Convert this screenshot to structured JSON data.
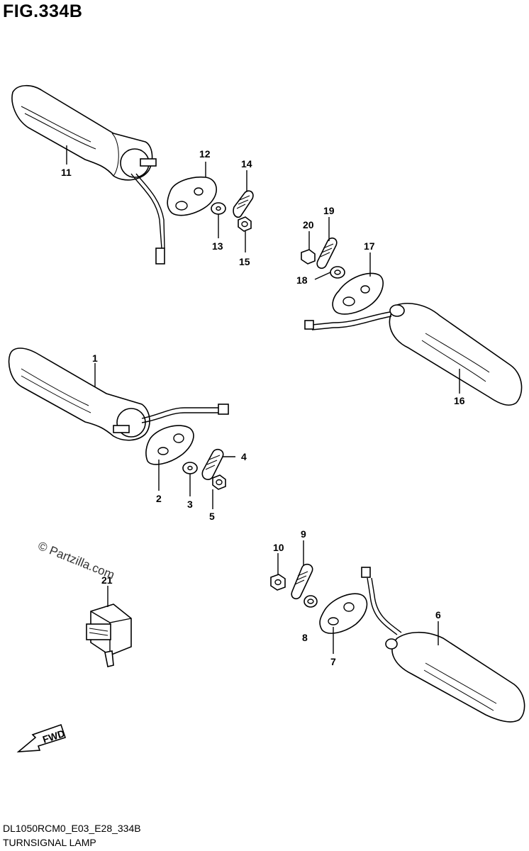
{
  "figure": {
    "title": "FIG.334B",
    "code": "DL1050RCM0_E03_E28_334B",
    "name": "TURNSIGNAL LAMP",
    "watermark": "© Partzilla.com",
    "direction_label": "FWD"
  },
  "callouts": [
    "1",
    "2",
    "3",
    "4",
    "5",
    "6",
    "7",
    "8",
    "9",
    "10",
    "11",
    "12",
    "13",
    "14",
    "15",
    "16",
    "17",
    "18",
    "19",
    "20",
    "21"
  ]
}
